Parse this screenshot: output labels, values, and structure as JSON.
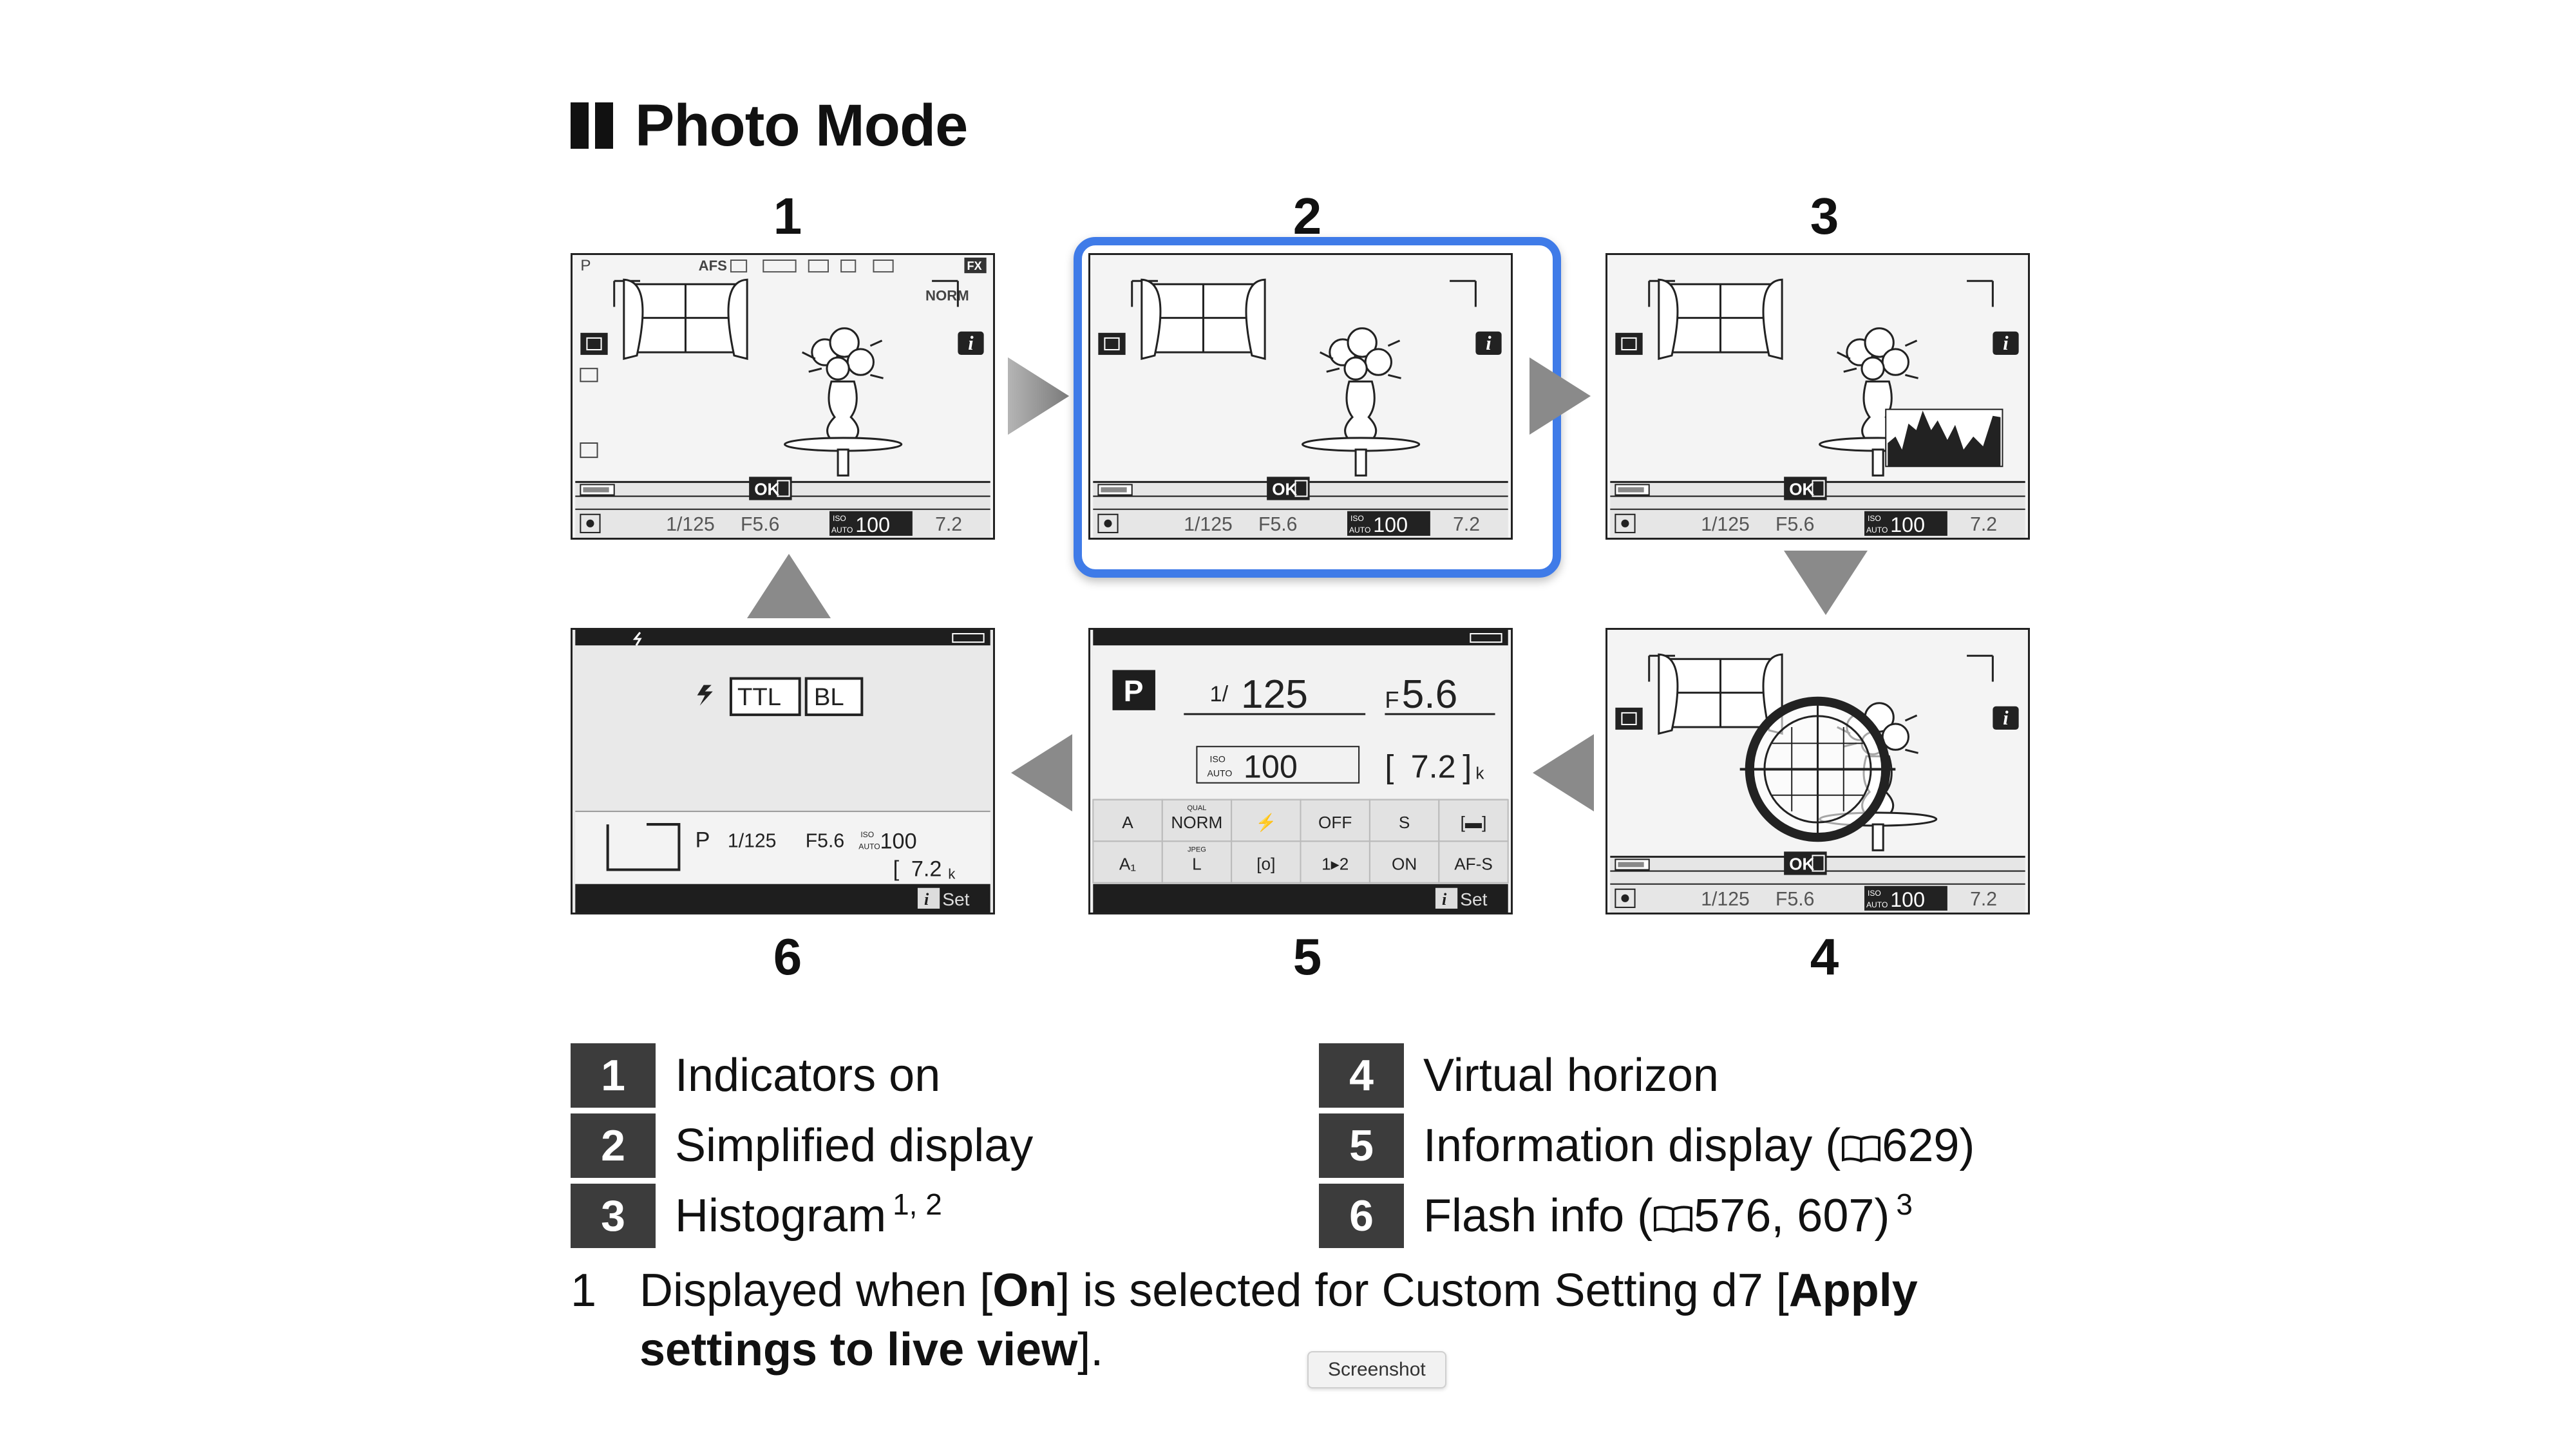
{
  "heading": {
    "title": "Photo Mode"
  },
  "screens": [
    {
      "number": "1"
    },
    {
      "number": "2"
    },
    {
      "number": "3"
    },
    {
      "number": "4"
    },
    {
      "number": "5"
    },
    {
      "number": "6"
    }
  ],
  "lcd": {
    "mode": "P",
    "af_mode": "AFS",
    "quality": "NORM",
    "area_format": "FX",
    "ok_label": "OK",
    "shutter": "1/125",
    "shutter_num": "125",
    "aperture": "F5.6",
    "aperture_num": "5.6",
    "iso_top": "ISO",
    "iso_bottom": "AUTO",
    "iso_value": "100",
    "shots": "7.2",
    "shots_unit": "k",
    "info_mode_letter": "P",
    "info_iso": "100",
    "info_shots": "7.2",
    "info_grid": [
      [
        "A",
        "NORM",
        "⚡",
        "OFF",
        "S",
        "[▬]"
      ],
      [
        "A₁",
        "L",
        "[o]",
        "1▸2",
        "ON",
        "AF-S"
      ]
    ],
    "info_grid_sub": [
      "QUAL",
      "JPEG"
    ],
    "set_label": "Set",
    "flash_ttl": "TTL",
    "flash_bl": "BL",
    "flash_mode": "P",
    "flash_shutter": "1/125",
    "flash_aperture": "F5.6",
    "flash_iso": "100",
    "flash_shots": "7.2"
  },
  "legend": [
    {
      "num": "1",
      "label": "Indicators on",
      "sup": ""
    },
    {
      "num": "2",
      "label": "Simplified display",
      "sup": ""
    },
    {
      "num": "3",
      "label": "Histogram",
      "sup": "1, 2"
    },
    {
      "num": "4",
      "label": "Virtual horizon",
      "sup": ""
    },
    {
      "num": "5",
      "label": "Information display (",
      "ref": "629)",
      "sup": ""
    },
    {
      "num": "6",
      "label": "Flash info (",
      "ref": "576, 607)",
      "sup": "3"
    }
  ],
  "footnote": {
    "marker": "1",
    "text_1": "Displayed when [",
    "bold_1": "On",
    "text_2": "] is selected for Custom Setting d7 [",
    "bold_2": "Apply",
    "bold_3": "settings to live view",
    "text_3": "]."
  },
  "tooltip": {
    "label": "Screenshot"
  },
  "icons": [
    "heading-bars-icon",
    "arrow-right-icon",
    "arrow-down-icon",
    "arrow-left-icon",
    "arrow-up-icon",
    "book-icon",
    "flash-icon",
    "battery-icon",
    "i-button-icon",
    "window-icon",
    "flower-vase-icon",
    "histogram-icon",
    "virtual-horizon-icon"
  ],
  "colors": {
    "highlight": "#3f7be8",
    "legend_box": "#3c3c3c",
    "screen_bar": "#1e1e1e"
  }
}
